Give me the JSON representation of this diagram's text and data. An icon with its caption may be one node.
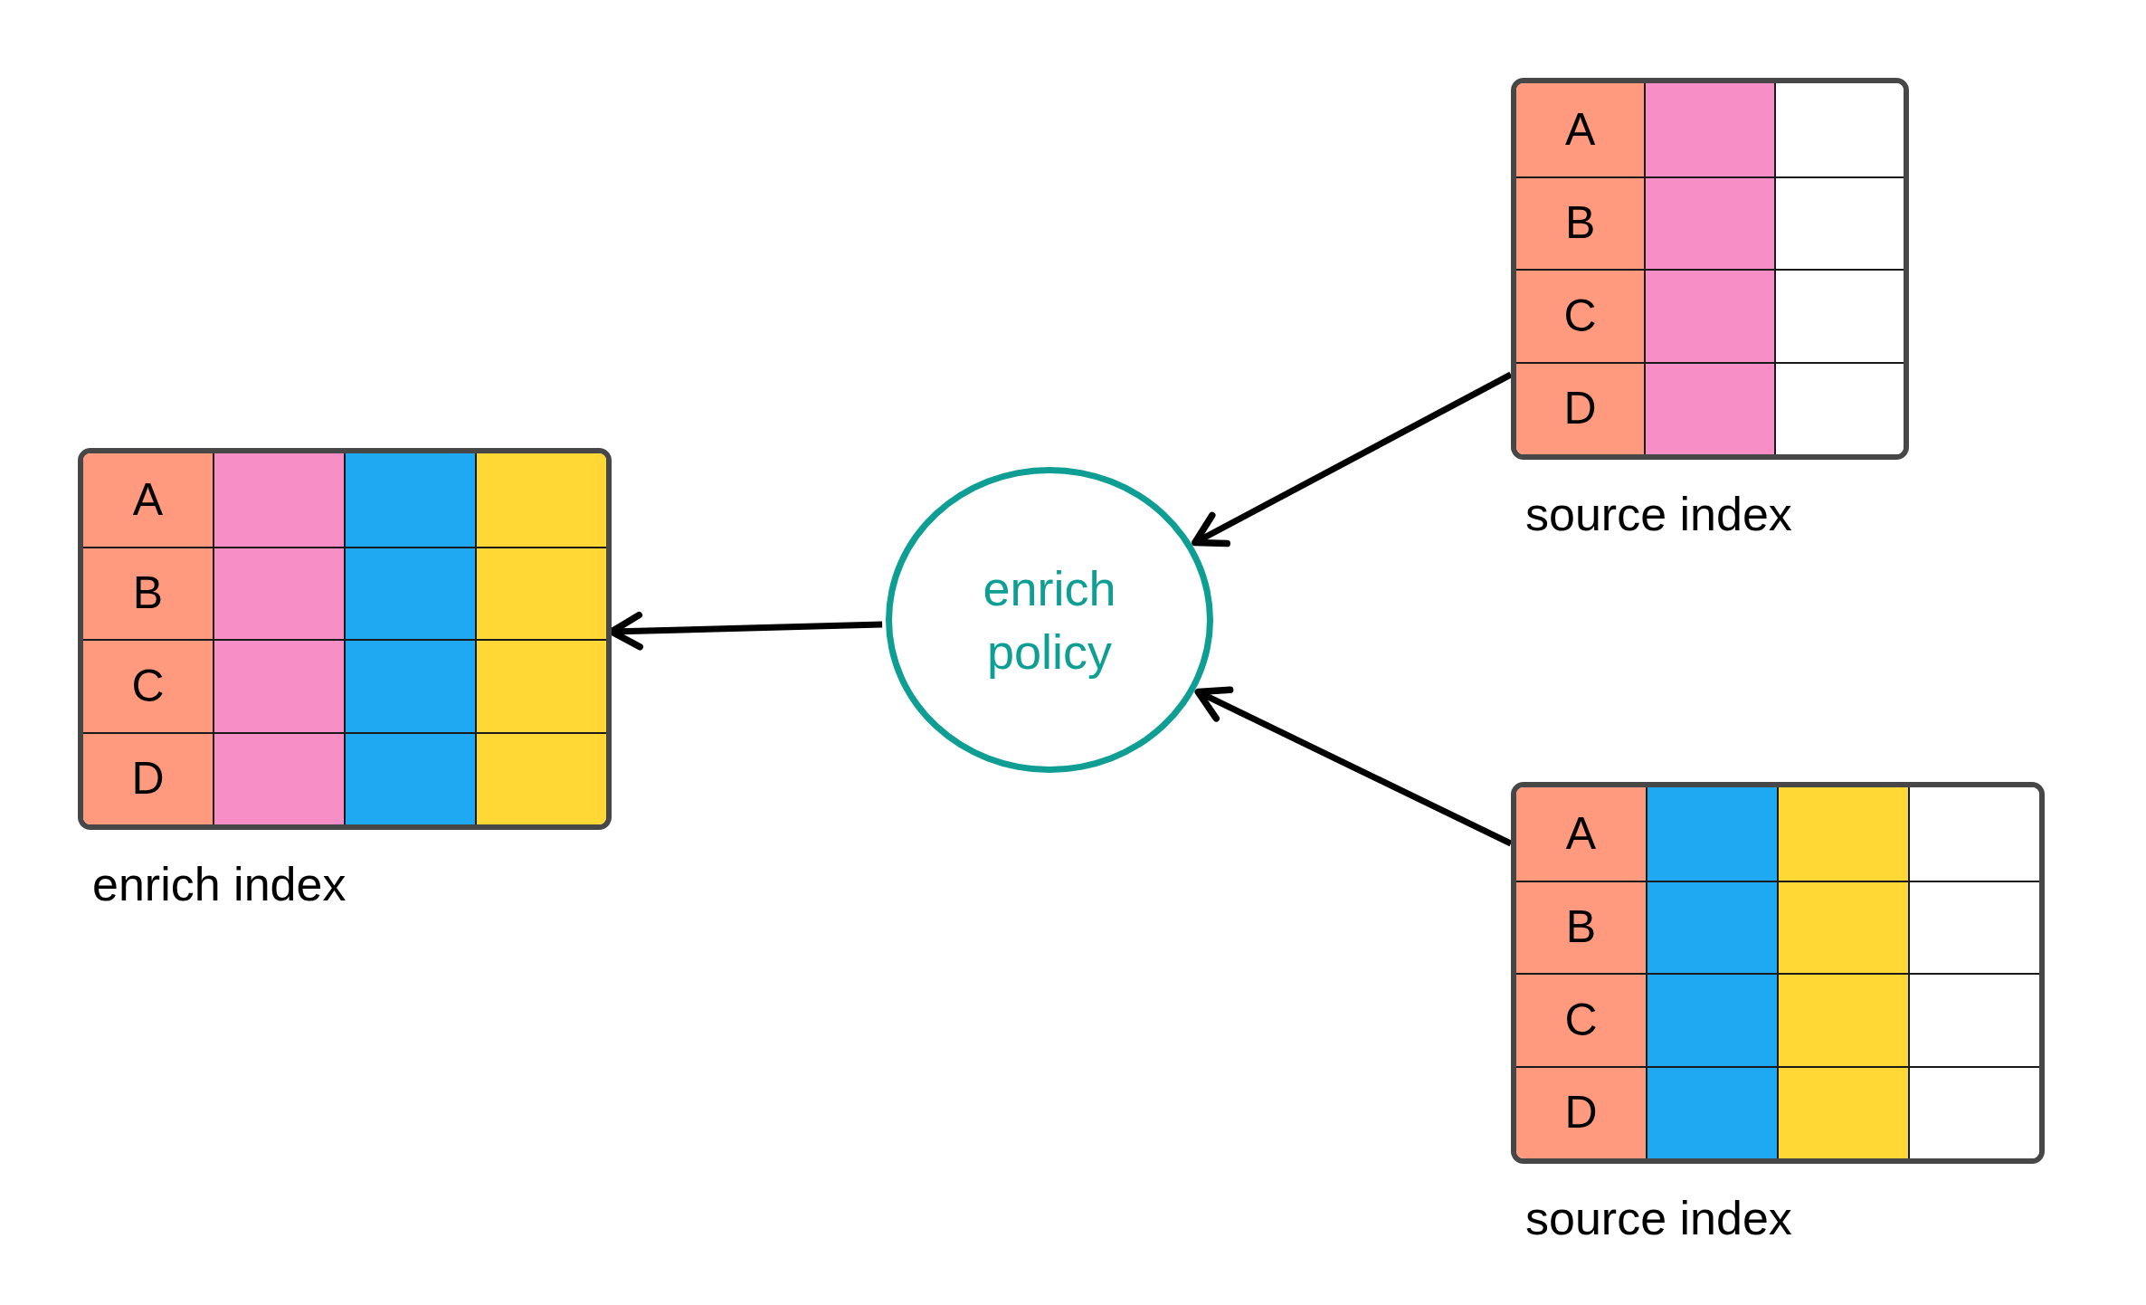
{
  "diagram": {
    "nodes": [
      {
        "text": [
          "A",
          "B",
          "C",
          "D"
        ],
        "beside": [
          "enrich index"
        ]
      },
      {
        "text": [
          "enrich policy"
        ]
      },
      {
        "text": [
          "A",
          "B",
          "C",
          "D"
        ],
        "beside": [
          "source index"
        ]
      },
      {
        "text": [
          "A",
          "B",
          "C",
          "D"
        ],
        "beside": [
          "source index"
        ]
      }
    ],
    "edges": [
      {
        "from": 2,
        "to": 1,
        "arrow": "to"
      },
      {
        "from": 3,
        "to": 1,
        "arrow": "to"
      },
      {
        "from": 1,
        "to": 0,
        "arrow": "to"
      }
    ]
  }
}
